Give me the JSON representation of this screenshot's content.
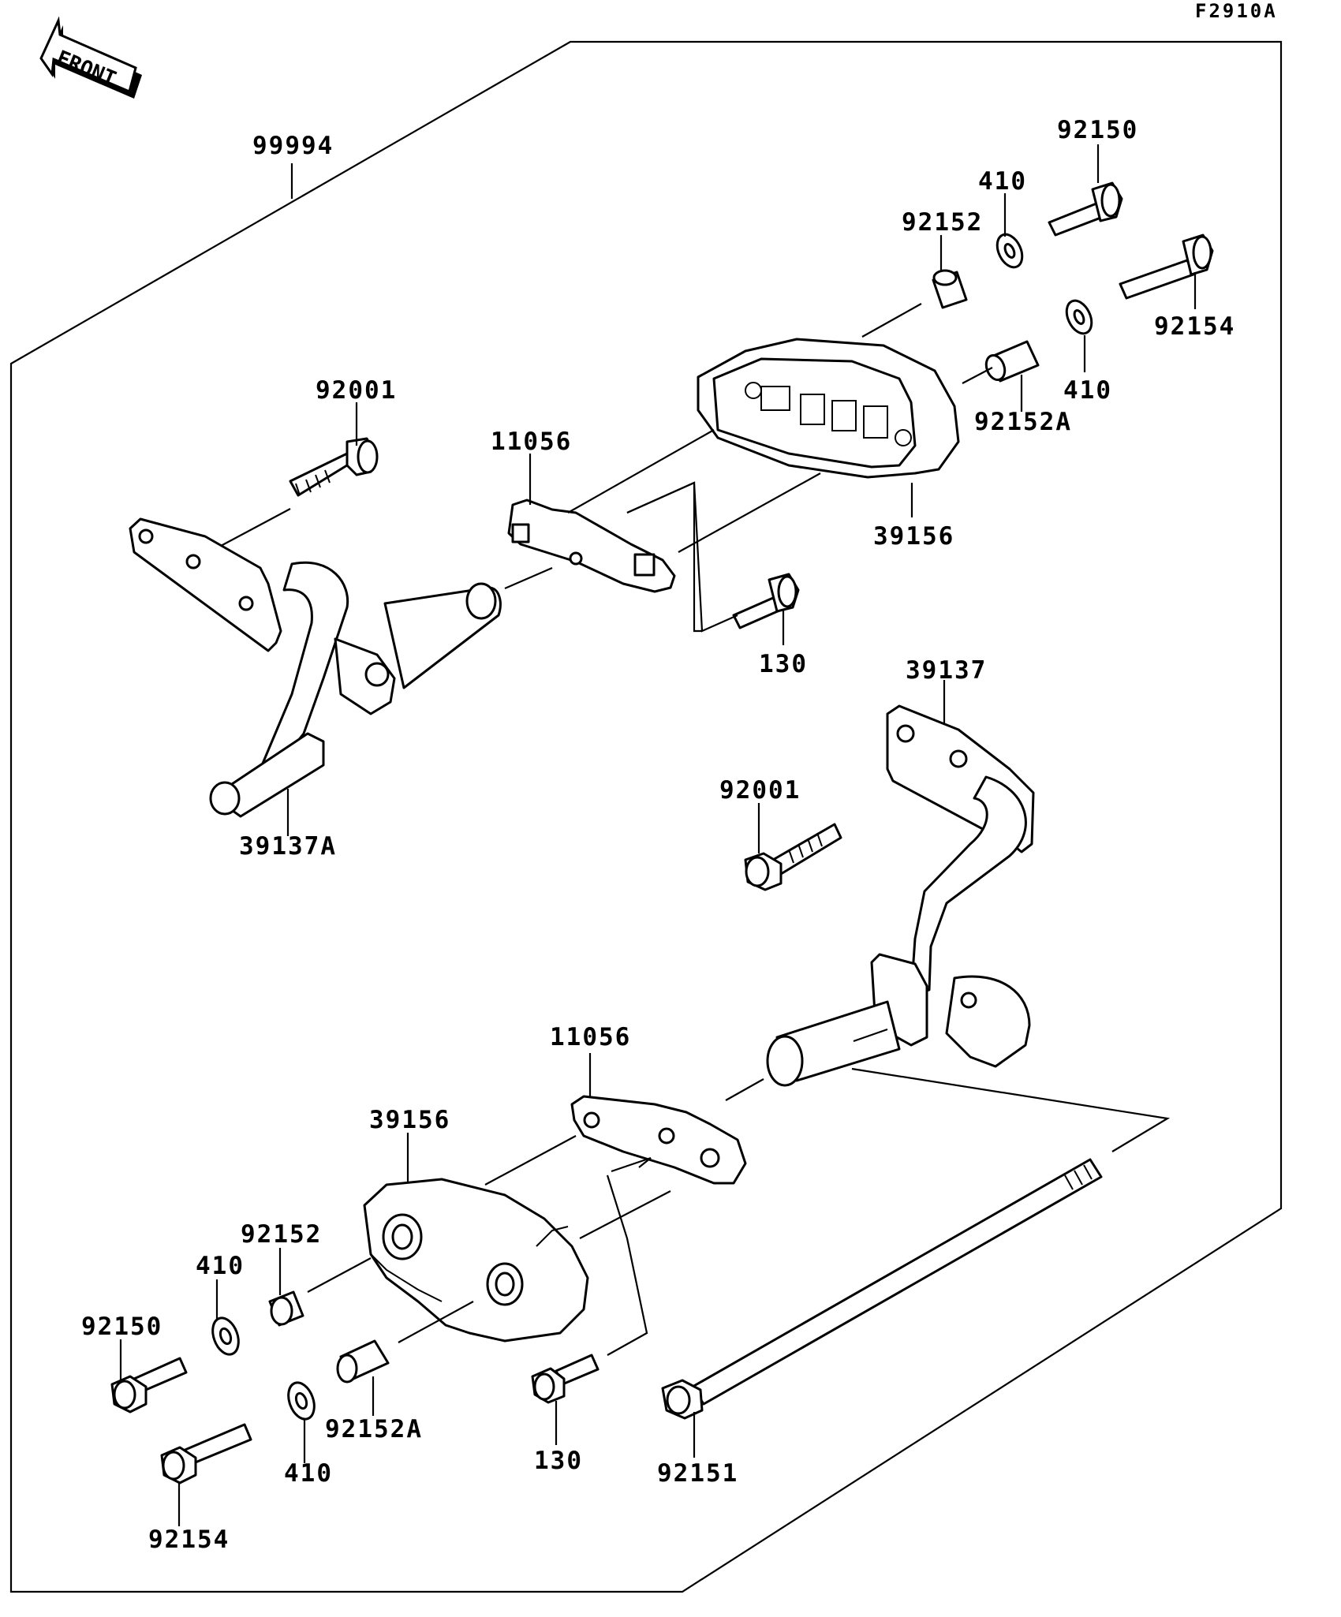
{
  "diagram": {
    "reference_code": "F2910A",
    "front_arrow_label": "FRONT",
    "labels": {
      "l_99994": "99994",
      "l_92150_top": "92150",
      "l_410_top": "410",
      "l_92152_top": "92152",
      "l_92154_top": "92154",
      "l_410_top2": "410",
      "l_92152A_top": "92152A",
      "l_92001_top": "92001",
      "l_11056_top": "11056",
      "l_39156_top": "39156",
      "l_130_top": "130",
      "l_39137": "39137",
      "l_92001_mid": "92001",
      "l_39137A": "39137A",
      "l_11056_bot": "11056",
      "l_39156_bot": "39156",
      "l_92152_bot": "92152",
      "l_410_bot": "410",
      "l_92150_bot": "92150",
      "l_92152A_bot": "92152A",
      "l_410_bot2": "410",
      "l_130_bot": "130",
      "l_92151": "92151",
      "l_92154_bot": "92154"
    }
  }
}
